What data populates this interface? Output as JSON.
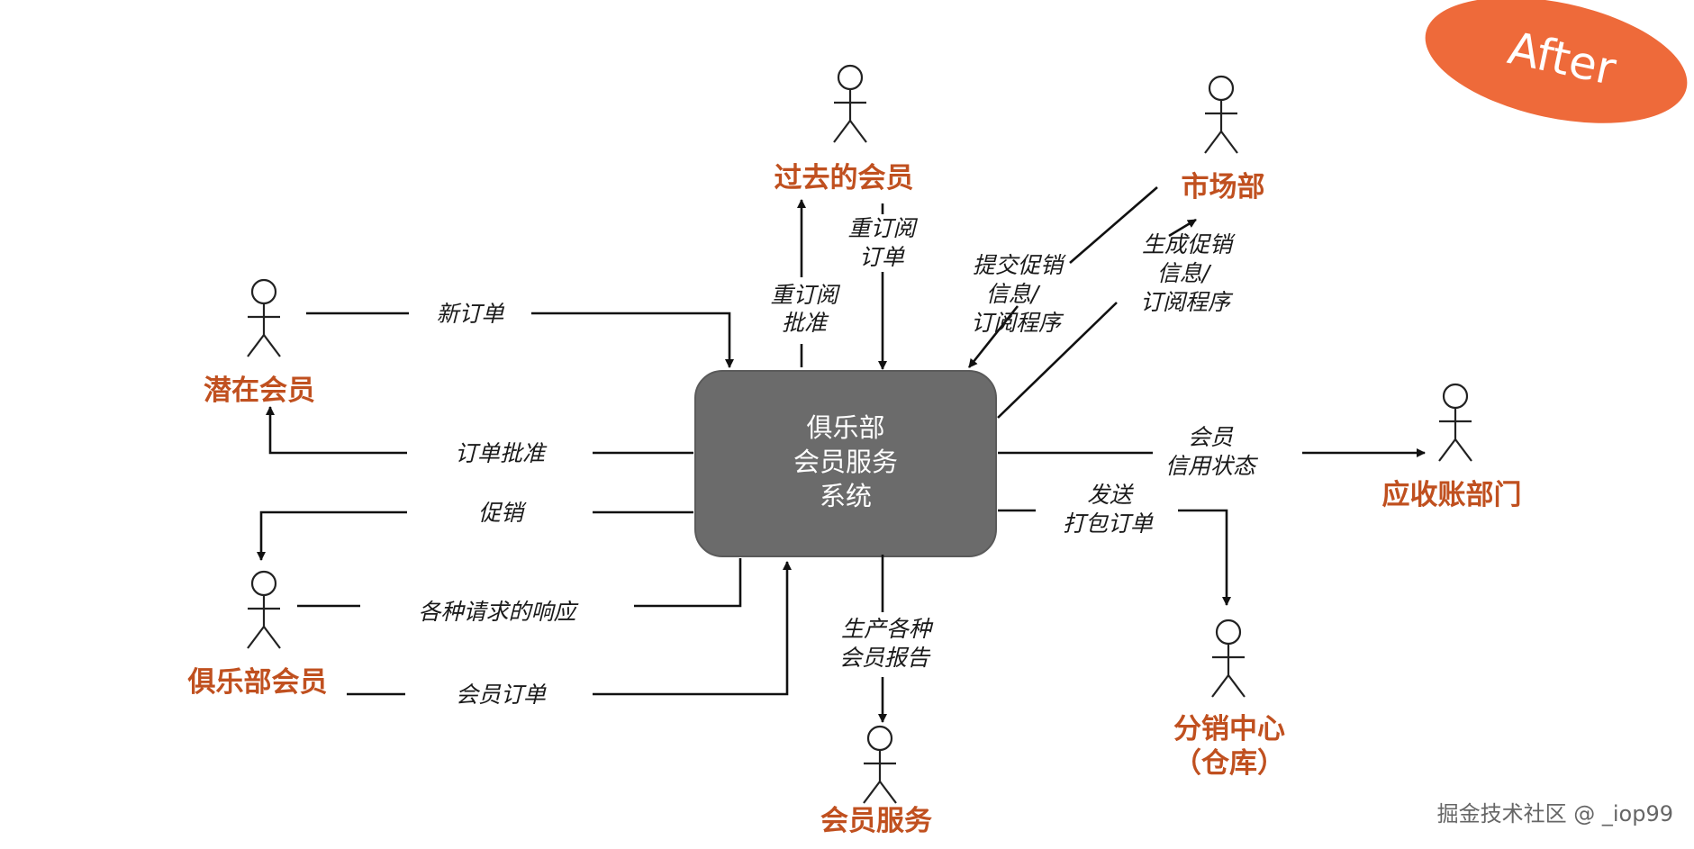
{
  "badge": "After",
  "system": {
    "lines": [
      "俱乐部",
      "会员服务",
      "系统"
    ]
  },
  "actors": {
    "past_member": "过去的会员",
    "marketing": "市场部",
    "potential_member": "潜在会员",
    "accounts_receivable": "应收账部门",
    "club_member": "俱乐部会员",
    "member_services": "会员服务",
    "distribution_center": [
      "分销中心",
      "（仓库）"
    ]
  },
  "flows": {
    "new_order": "新订单",
    "order_approval": "订单批准",
    "promotion": "促销",
    "request_responses": "各种请求的响应",
    "member_order": "会员订单",
    "resubscribe_approval": [
      "重订阅",
      "批准"
    ],
    "resubscribe_order": [
      "重订阅",
      "订单"
    ],
    "submit_promo": [
      "提交促销",
      "信息/",
      "订阅程序"
    ],
    "generate_promo": [
      "生成促销",
      "信息/",
      "订阅程序"
    ],
    "member_credit": [
      "会员",
      "信用状态"
    ],
    "send_pack_order": [
      "发送",
      "打包订单"
    ],
    "member_reports": [
      "生产各种",
      "会员报告"
    ]
  },
  "watermark": "掘金技术社区 @ _iop99",
  "colors": {
    "accent": "#c0501f",
    "system_box": "#6b6b6b",
    "badge": "#ee6a3a"
  }
}
